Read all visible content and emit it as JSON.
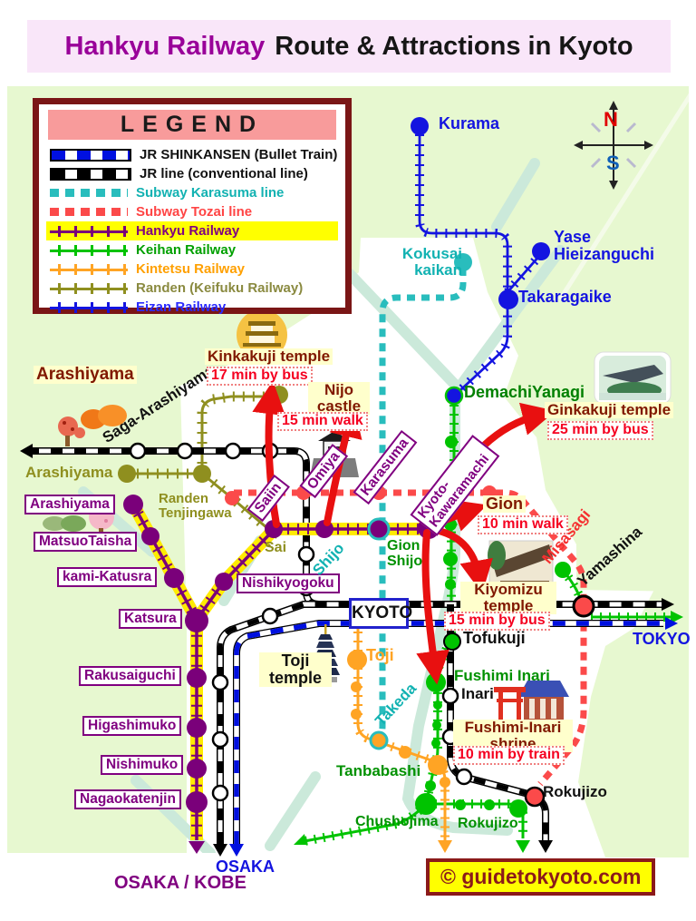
{
  "title": {
    "brand": "Hankyu Railway",
    "rest": "Route & Attractions in Kyoto"
  },
  "legend": {
    "title": "LEGEND",
    "items": [
      {
        "label": "JR SHINKANSEN (Bullet Train)",
        "color": "#0010E0",
        "type": "band"
      },
      {
        "label": "JR line (conventional line)",
        "color": "#000000",
        "type": "band"
      },
      {
        "label": "Subway Karasuma line",
        "color": "#29BDBD",
        "type": "subway"
      },
      {
        "label": "Subway Tozai line",
        "color": "#FB4A4A",
        "type": "subway"
      },
      {
        "label": "Hankyu Railway",
        "color": "#7A007A",
        "type": "rail",
        "highlight": "#FFFF00"
      },
      {
        "label": "Keihan Railway",
        "color": "#00C300",
        "type": "rail"
      },
      {
        "label": "Kintetsu Railway",
        "color": "#FFA424",
        "type": "rail"
      },
      {
        "label": "Randen (Keifuku Railway)",
        "color": "#8F8F1F",
        "type": "rail"
      },
      {
        "label": "Eizan Railway",
        "color": "#1414E0",
        "type": "rail"
      }
    ]
  },
  "compass": {
    "north": "N",
    "south": "S"
  },
  "labels": {
    "kurama": "Kurama",
    "yase": "Yase Hieizanguchi",
    "takaragaike": "Takaragaike",
    "kokusai": "Kokusai kaikan",
    "demachiyanagi": "DemachiYanagi",
    "tokyo": "TOKYO",
    "osaka": "OSAKA",
    "osaka_kobe": "OSAKA / KOBE",
    "arashiyama_area": "Arashiyama",
    "saga_arashiyama": "Saga-Arashiyama",
    "arashiyama_randen": "Arashiyama",
    "randen_tenjingawa": "Randen Tenjingawa",
    "sai": "Sai",
    "arashiyama_hankyu": "Arashiyama",
    "matsuotaisha": "MatsuoTaisha",
    "kami_katsura": "kami-Katusra",
    "katsura": "Katsura",
    "rakusaiguchi": "Rakusaiguchi",
    "higashimuko": "Higashimuko",
    "nishimuko": "Nishimuko",
    "nagaokatenjin": "Nagaokatenjin",
    "nishikyogoku": "Nishikyogoku",
    "saiin": "Saiin",
    "omiya": "Omiya",
    "karasuma": "Karasuma",
    "kyoto_kawaramachi": "Kyoto- Kawaramachi",
    "shijo": "Shijo",
    "gion_shijo": "Gion Shijo",
    "takeda": "Takeda",
    "misasagi": "Misasagi",
    "yamashina": "Yamashina",
    "kyoto_station": "KYOTO",
    "tofukuji": "Tofukuji",
    "fushimi_inari": "Fushimi Inari",
    "inari": "Inari",
    "toji_station": "Toji",
    "tanbabashi": "Tanbabashi",
    "chushojima": "Chushojima",
    "rokujizo": "Rokujizo",
    "rokujizo_keihan": "Rokujizo"
  },
  "attractions": {
    "kinkakuji": {
      "name": "Kinkakuji temple",
      "note": "17 min by bus"
    },
    "nijo": {
      "name": "Nijo castle",
      "note": "15 min walk"
    },
    "ginkakuji": {
      "name": "Ginkakuji temple",
      "note": "25 min by bus"
    },
    "gion": {
      "name": "Gion",
      "note": "10 min walk"
    },
    "kiyomizu": {
      "name": "Kiyomizu temple",
      "note": "15 min by bus"
    },
    "fushimi_shrine": {
      "name": "Fushimi-Inari shrine",
      "note": "10 min by train"
    },
    "toji": {
      "name": "Toji temple"
    }
  },
  "credit": "© guidetokyoto.com",
  "colors": {
    "hankyu": "#7A007A",
    "hankyu_highlight": "#FFFF00",
    "keihan": "#00C300",
    "kintetsu": "#FFA424",
    "randen": "#8F8F1F",
    "eizan": "#1414E0",
    "jr": "#000000",
    "shinkansen": "#0010E0",
    "karasuma_subway": "#29BDBD",
    "tozai_subway": "#FB4A4A",
    "route_arrow": "#E81010",
    "map_green": "#E7F8D0",
    "river": "#CBE9DA",
    "title_bg": "#F9E6F9",
    "legend_border": "#7A1616"
  }
}
